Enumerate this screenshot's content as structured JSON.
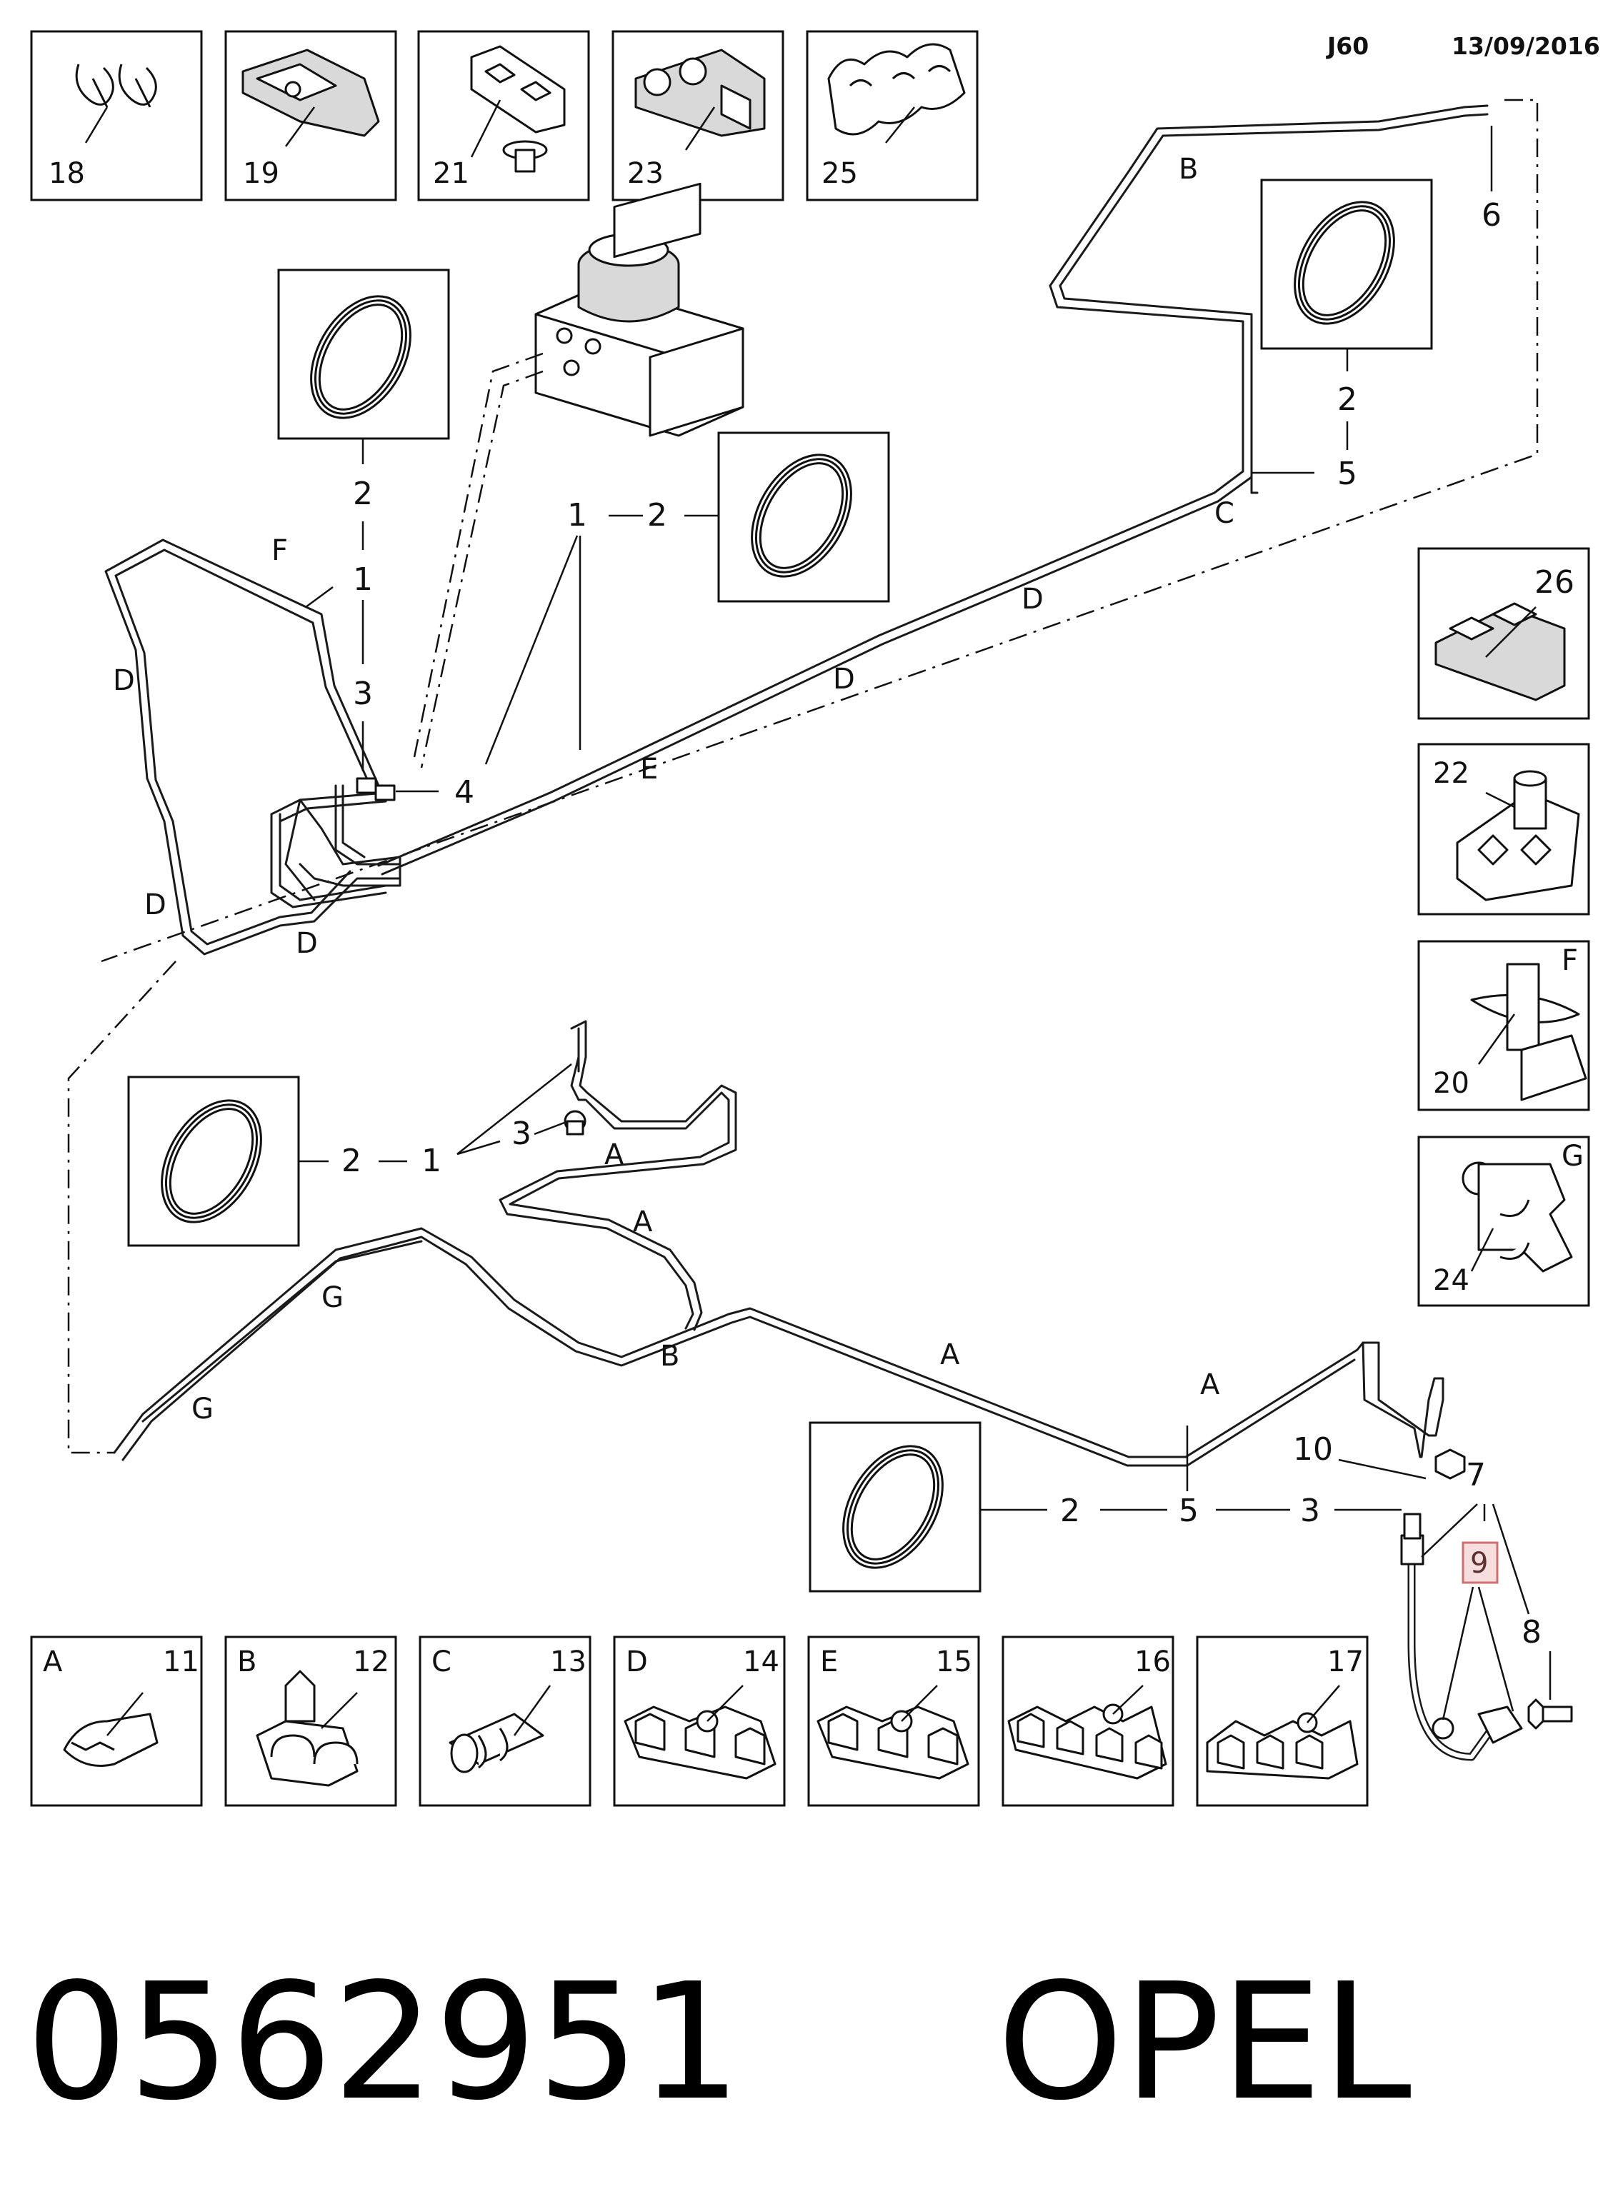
{
  "header": {
    "code": "J60",
    "date": "13/09/2016"
  },
  "footer": {
    "part_number_label": "0562951     OPEL"
  },
  "thumbnails_top": [
    {
      "number": "18"
    },
    {
      "number": "19"
    },
    {
      "number": "21"
    },
    {
      "number": "23"
    },
    {
      "number": "25"
    }
  ],
  "thumbnails_right": [
    {
      "number": "26",
      "letter": ""
    },
    {
      "number": "22",
      "letter": ""
    },
    {
      "number": "20",
      "letter": "F"
    },
    {
      "number": "24",
      "letter": "G"
    }
  ],
  "thumbnails_bottom": [
    {
      "letter": "A",
      "number": "11"
    },
    {
      "letter": "B",
      "number": "12"
    },
    {
      "letter": "C",
      "number": "13"
    },
    {
      "letter": "D",
      "number": "14"
    },
    {
      "letter": "E",
      "number": "15"
    },
    {
      "letter": "",
      "number": "16"
    },
    {
      "letter": "",
      "number": "17"
    }
  ],
  "callouts": {
    "n1": "1",
    "n2": "2",
    "n3": "3",
    "n4": "4",
    "n5": "5",
    "n6": "6",
    "n7": "7",
    "n8": "8",
    "n9": "9",
    "n10": "10"
  },
  "clip_letters": {
    "A": "A",
    "B": "B",
    "C": "C",
    "D": "D",
    "E": "E",
    "F": "F",
    "G": "G"
  },
  "colors": {
    "line": "#1a1a1a",
    "highlight_fill": "#f7dede",
    "highlight_stroke": "#d07070"
  }
}
